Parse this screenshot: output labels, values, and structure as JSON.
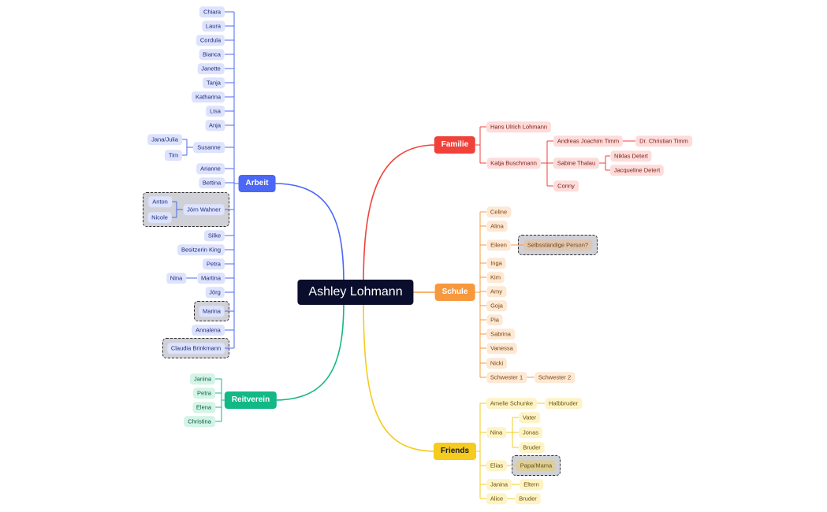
{
  "central": {
    "label": "Ashley Lohmann"
  },
  "branches": [
    {
      "key": "arbeit",
      "label": "Arbeit",
      "color": "#4a67f5",
      "light": "#dde3fd",
      "text_color": "#1f2d7a",
      "items": [
        {
          "label": "Chiara"
        },
        {
          "label": "Laura"
        },
        {
          "label": "Cordula"
        },
        {
          "label": "Bianca"
        },
        {
          "label": "Janette"
        },
        {
          "label": "Tanja"
        },
        {
          "label": "Katharina"
        },
        {
          "label": "Lisa"
        },
        {
          "label": "Anja"
        },
        {
          "label": "Susanne",
          "children": [
            {
              "label": "Jana/Julia"
            },
            {
              "label": "Tim"
            }
          ]
        },
        {
          "label": "Arianne"
        },
        {
          "label": "Bettina"
        },
        {
          "label": "Jörn Wahner",
          "boundary": true,
          "children": [
            {
              "label": "Anton"
            },
            {
              "label": "Nicole"
            }
          ]
        },
        {
          "label": "Silke"
        },
        {
          "label": "Besitzerin King"
        },
        {
          "label": "Petra"
        },
        {
          "label": "Martina",
          "children": [
            {
              "label": "Nina"
            }
          ]
        },
        {
          "label": "Jörg"
        },
        {
          "label": "Marina",
          "boundary": true
        },
        {
          "label": "Annalena"
        },
        {
          "label": "Claudia Brinkmann",
          "boundary": true
        }
      ]
    },
    {
      "key": "reitverein",
      "label": "Reitverein",
      "color": "#12b886",
      "light": "#d3f4e6",
      "text_color": "#0b5c43",
      "items": [
        {
          "label": "Janina"
        },
        {
          "label": "Petra"
        },
        {
          "label": "Elena"
        },
        {
          "label": "Christina"
        }
      ]
    },
    {
      "key": "familie",
      "label": "Familie",
      "color": "#f0423a",
      "light": "#fddcda",
      "text_color": "#7a1a15",
      "items": [
        {
          "label": "Hans Ulrich Lohmann"
        },
        {
          "label": "Katja Buschmann",
          "children": [
            {
              "label": "Andreas Joachim Timm",
              "children": [
                {
                  "label": "Dr. Christian Timm"
                }
              ]
            },
            {
              "label": "Sabine Thalau",
              "children": [
                {
                  "label": "Niklas Detert"
                },
                {
                  "label": "Jacqueline Detert"
                }
              ]
            },
            {
              "label": "Conny"
            }
          ]
        }
      ]
    },
    {
      "key": "schule",
      "label": "Schule",
      "color": "#f7983d",
      "light": "#fde8d4",
      "text_color": "#7a4410",
      "items": [
        {
          "label": "Celine"
        },
        {
          "label": "Alina"
        },
        {
          "label": "Eileen",
          "children": [
            {
              "label": "Selbsständige Person?",
              "boundary": true
            }
          ]
        },
        {
          "label": "Inga"
        },
        {
          "label": "Kim"
        },
        {
          "label": "Amy"
        },
        {
          "label": "Goja"
        },
        {
          "label": "Pia"
        },
        {
          "label": "Sabrina"
        },
        {
          "label": "Vanessa"
        },
        {
          "label": "Nicki"
        },
        {
          "label": "Schwester 1",
          "children": [
            {
              "label": "Schwester 2"
            }
          ]
        }
      ]
    },
    {
      "key": "friends",
      "label": "Friends",
      "color": "#f5cb1f",
      "light": "#fdf3c6",
      "text_color": "#6b5406",
      "items": [
        {
          "label": "Amelie Schunke",
          "children": [
            {
              "label": "Halbbruder"
            }
          ]
        },
        {
          "label": "Nina",
          "children": [
            {
              "label": "Vater"
            },
            {
              "label": "Jonas"
            },
            {
              "label": "Bruder"
            }
          ]
        },
        {
          "label": "Elias",
          "children": [
            {
              "label": "Papa/Mama",
              "boundary": true
            }
          ]
        },
        {
          "label": "Janina",
          "children": [
            {
              "label": "Eltern"
            }
          ]
        },
        {
          "label": "Alice",
          "children": [
            {
              "label": "Bruder"
            }
          ]
        }
      ]
    }
  ]
}
